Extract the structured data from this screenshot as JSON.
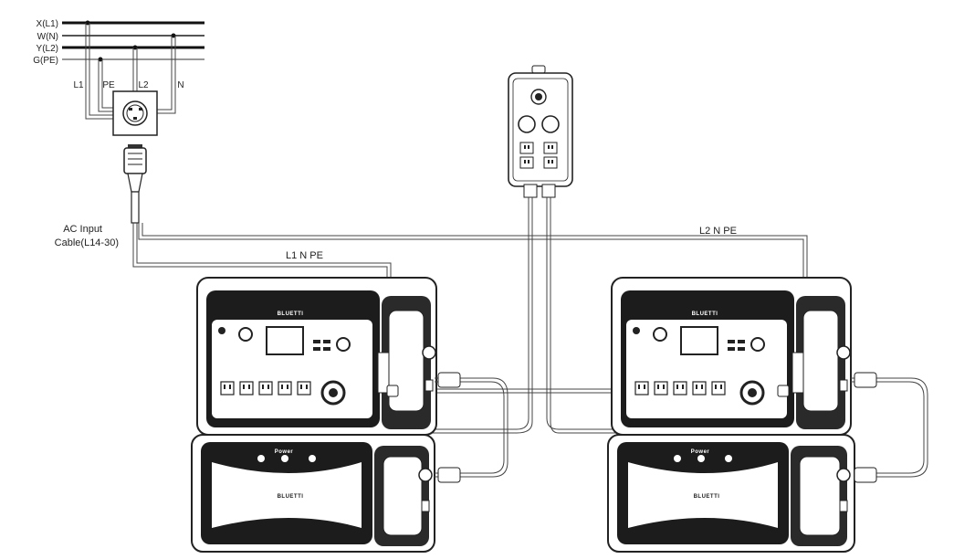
{
  "grid": {
    "lines": [
      "X(L1)",
      "W(N)",
      "Y(L2)",
      "G(PE)"
    ],
    "drops": [
      "L1",
      "PE",
      "L2",
      "N"
    ]
  },
  "cables": {
    "input_label_line1": "AC Input",
    "input_label_line2": "Cable(L14-30)",
    "left_feed": "L1  N  PE",
    "right_feed": "L2  N  PE"
  },
  "device": {
    "brand": "BLUETTI",
    "battery_button": "Power"
  },
  "colors": {
    "line": "#222222",
    "cable": "#555555",
    "panel": "#1c1c1c",
    "body": "#ffffff"
  }
}
